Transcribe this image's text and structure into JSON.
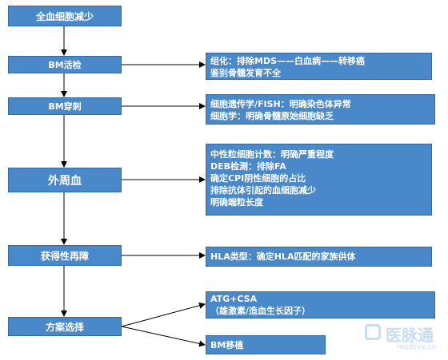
{
  "left_steps": [
    "全血细胞减少",
    "BM活检",
    "BM穿刺",
    "外周血",
    "获得性再障",
    "方案选择"
  ],
  "details": {
    "bm_biopsy": [
      "组化：排除MDS——白血病——转移癌",
      "鉴别骨髓发育不全"
    ],
    "bm_aspiration": [
      "细胞遗传学/FISH：明确染色体异常",
      "细胞学：明确骨髓原始细胞缺乏"
    ],
    "peripheral_blood": [
      "中性粒细胞计数：明确严重程度",
      "DEB检测：排除FA",
      "确定CPI阴性细胞的占比",
      "排除抗体引起的血细胞减少",
      "明确端粒长度"
    ],
    "acquired_aa": [
      "HLA类型：确定HLA匹配的家族供体"
    ],
    "treatment_atg": [
      "ATG+CSA",
      "（雄激素/造血生长因子）"
    ],
    "treatment_bmt": [
      "BM移植"
    ]
  },
  "watermark": {
    "brand": "医脉通",
    "url": "medlive.cn"
  }
}
